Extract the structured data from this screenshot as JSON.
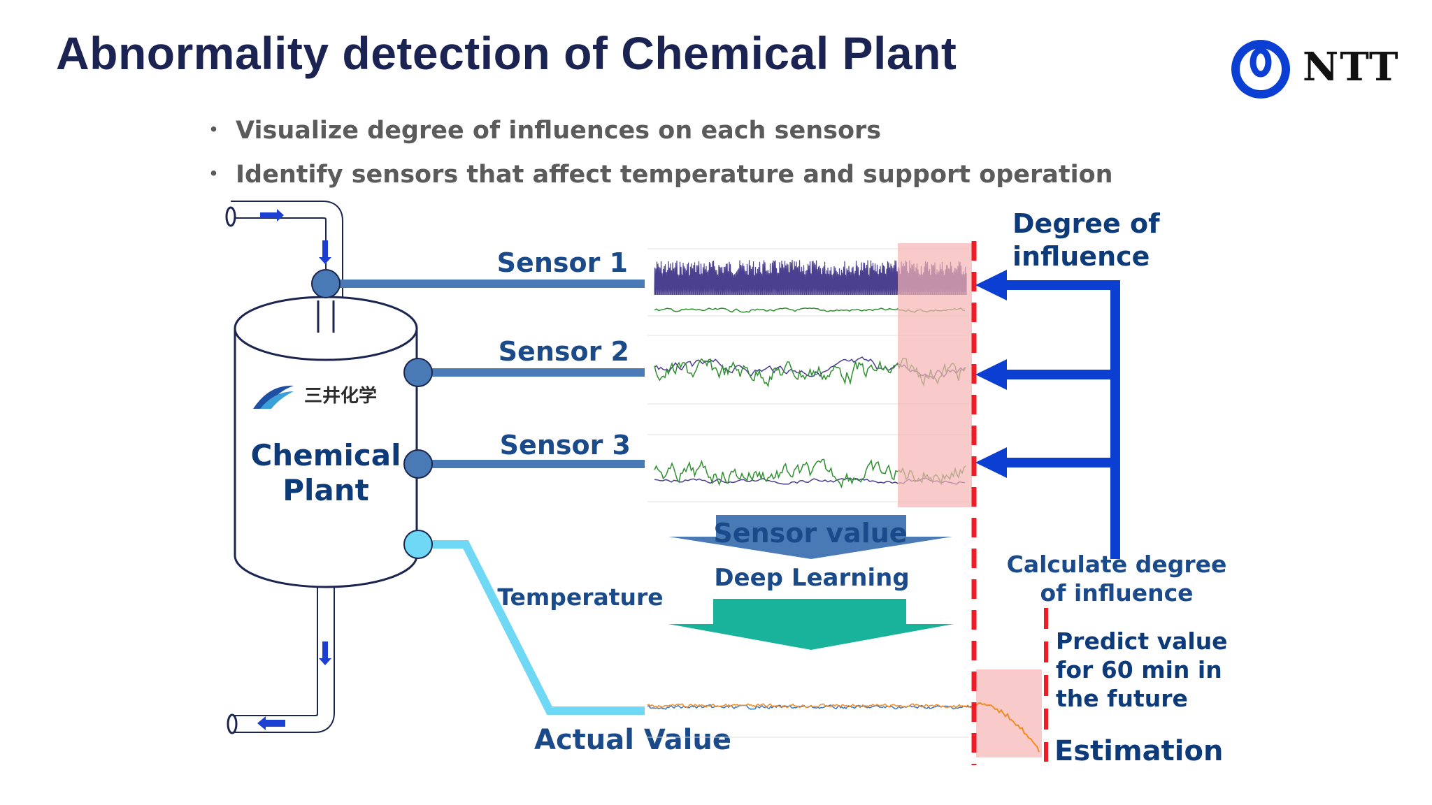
{
  "slide": {
    "title": "Abnormality detection of Chemical Plant",
    "bullets": [
      "Visualize degree of influences on each sensors",
      "Identify sensors that affect temperature and support operation"
    ],
    "bullet_marker": "・"
  },
  "logo": {
    "company": "NTT"
  },
  "plant": {
    "partner_logo_text": "三井化学",
    "label_line1": "Chemical",
    "label_line2": "Plant"
  },
  "sensors": [
    {
      "label": "Sensor 1"
    },
    {
      "label": "Sensor 2"
    },
    {
      "label": "Sensor 3"
    }
  ],
  "temperature_label": "Temperature",
  "actual_value_label": "Actual Value",
  "process": {
    "sensor_value_label": "Sensor value",
    "deep_learning_label": "Deep Learning"
  },
  "influence": {
    "title_line1": "Degree of",
    "title_line2": "influence",
    "calc_line1": "Calculate degree",
    "calc_line2": "of influence"
  },
  "prediction": {
    "line1": "Predict value",
    "line2": "for 60 min in",
    "line3": "the future",
    "estimation_label": "Estimation"
  },
  "colors": {
    "title": "#1a2352",
    "label_blue": "#1a4a8a",
    "sensor_line": "#4a7ab5",
    "temperature_line": "#6ed8f5",
    "influence_arrow": "#0a3fd1",
    "dashed_red": "#ee1c25",
    "highlight_pink": "#f6b3b3",
    "deep_learning_arrow": "#19b39b",
    "sensor_value_arrow": "#4a7ab5",
    "series_purple": "#4b3f8f",
    "series_green": "#2f8f2f",
    "series_orange": "#f08a24",
    "series_blue": "#3b78c0"
  }
}
